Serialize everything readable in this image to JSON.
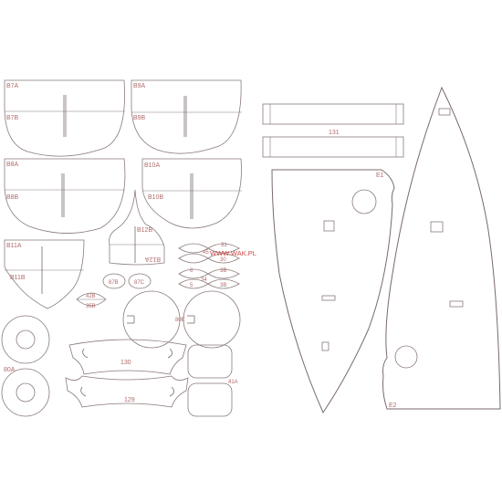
{
  "watermark": "WWW.WAK.PL",
  "colors": {
    "cut_line": "#8a7a7a",
    "label": "#b06a6a",
    "watermark": "#d24444",
    "background": "#ffffff"
  },
  "labels": {
    "b7a": "B7A",
    "b7b": "B7B",
    "b9a": "B9A",
    "b9b": "B9B",
    "b8a": "B8A",
    "b8b": "B8B",
    "b10a": "B10A",
    "b10b": "B10B",
    "b11a": "B11A",
    "b11b": "B11B",
    "b12b": "B12B",
    "b12a": "B12A",
    "b7b_small": "87B",
    "b7c_small": "87C",
    "b80e": "80E",
    "p80a": "80A",
    "p42b": "42B",
    "p35b": "35B",
    "p45": "45",
    "p34": "34",
    "p5": "5",
    "p6": "6",
    "p30": "30",
    "p31": "31",
    "p3b": "3B",
    "p130": "130",
    "p129": "129",
    "p131": "131",
    "p41a": "41A",
    "e1": "E1",
    "e2": "E2"
  }
}
